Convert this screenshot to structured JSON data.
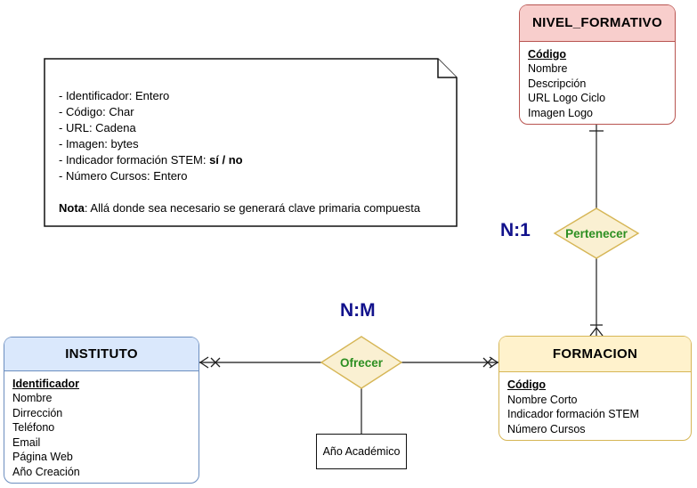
{
  "note": {
    "lines_before": [
      "- Identificador: Entero",
      "- Código: Char",
      "- URL: Cadena",
      "- Imagen: bytes"
    ],
    "stem_prefix": "- Indicador formación STEM: ",
    "stem_bold": "sí / no",
    "line_after": "- Número Cursos: Entero",
    "nota_label": "Nota",
    "nota_text": ": Allá donde sea necesario se generará clave primaria compuesta"
  },
  "entities": {
    "nivel_formativo": {
      "title": "NIVEL_FORMATIVO",
      "pk": "Código",
      "attributes": [
        "Nombre",
        "Descripción",
        "URL Logo Ciclo",
        "Imagen Logo"
      ]
    },
    "instituto": {
      "title": "INSTITUTO",
      "pk": "Identificador",
      "attributes": [
        "Nombre",
        "Dirrección",
        "Teléfono",
        "Email",
        "Página Web",
        "Año Creación"
      ]
    },
    "formacion": {
      "title": "FORMACION",
      "pk": "Código",
      "attributes": [
        "Nombre Corto",
        "Indicador formación STEM",
        "Número Cursos"
      ]
    }
  },
  "relationships": {
    "pertenecer": {
      "label": "Pertenecer",
      "cardinality": "N:1"
    },
    "ofrecer": {
      "label": "Ofrecer",
      "cardinality": "N:M"
    }
  },
  "attribute_node": {
    "label": "Año Académico"
  },
  "colors": {
    "entity_red_fill": "#f8cecc",
    "entity_red_border": "#b85450",
    "entity_blue_fill": "#dae8fc",
    "entity_blue_border": "#6c8ebf",
    "entity_yellow_fill": "#fff2cc",
    "entity_yellow_border": "#d6b656",
    "diamond_fill": "#faf0d2",
    "diamond_border": "#d6b656",
    "relationship_text": "#2d8f22",
    "cardinality_text": "#12128c",
    "connector": "#3b3b3b"
  }
}
